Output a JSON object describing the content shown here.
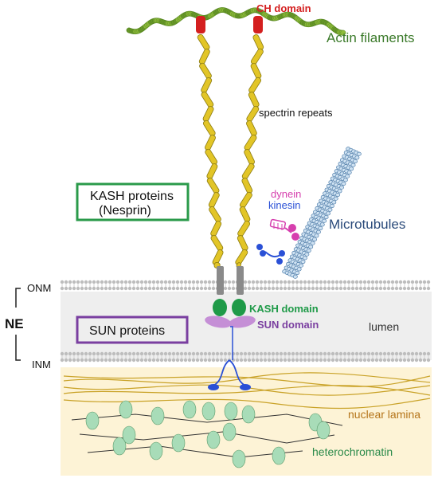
{
  "labels": {
    "ch_domain": "CH domain",
    "actin_filaments": "Actin filaments",
    "spectrin_repeats": "spectrin repeats",
    "kash_proteins_line1": "KASH proteins",
    "kash_proteins_line2": "(Nesprin)",
    "dynein": "dynein",
    "kinesin": "kinesin",
    "microtubules": "Microtubules",
    "onm": "ONM",
    "ne": "NE",
    "inm": "INM",
    "kash_domain": "KASH domain",
    "sun_domain": "SUN domain",
    "sun_proteins": "SUN proteins",
    "lumen": "lumen",
    "nuclear_lamina": "nuclear lamina",
    "heterochromatin": "heterochromatin"
  },
  "colors": {
    "actin": "#6a9a2a",
    "actin_text": "#3b7a2a",
    "ch_domain": "#d41f1f",
    "spectrin": "#e2c527",
    "kash_box": "#2a9a4a",
    "kash_domain": "#1f9a48",
    "sun_box": "#7a3fa0",
    "sun_domain": "#c58fd6",
    "sun_text": "#7a3fa0",
    "dynein": "#d63fae",
    "kinesin": "#2a50d6",
    "microtubule": "#8ab4d6",
    "microtubules_text": "#2a4a7a",
    "membrane": "#b8b8b8",
    "lumen_bg": "#eeeeee",
    "lamina_bg": "#fdf3d6",
    "lamina_fiber": "#c9a227",
    "chromatin": "#a8dcb8",
    "lamina_text": "#b5751a",
    "heterochromatin_text": "#2a8a4a"
  }
}
